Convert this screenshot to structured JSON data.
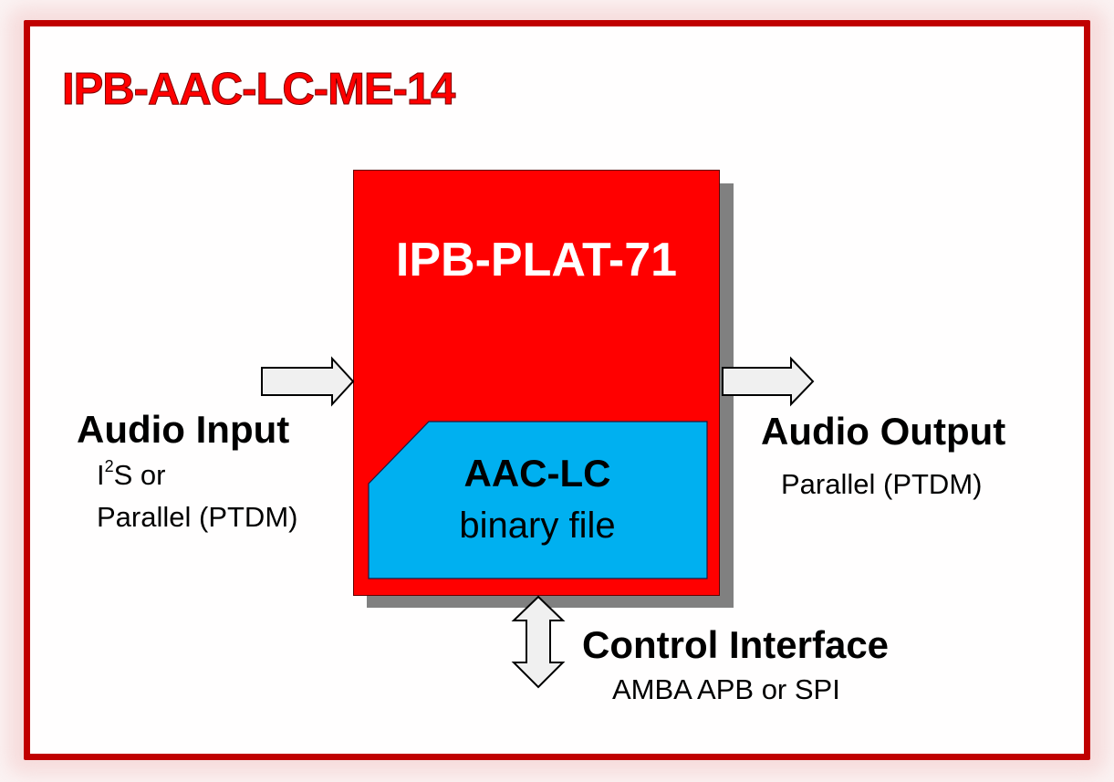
{
  "diagram": {
    "title": "IPB-AAC-LC-ME-14",
    "core_block": {
      "label": "IPB-PLAT-71",
      "color": "#ff0000",
      "inner_block": {
        "line1": "AAC-LC",
        "line2": "binary file",
        "color": "#00b0f0"
      }
    },
    "audio_input": {
      "heading": "Audio Input",
      "detail_base": "I",
      "detail_sup": "2",
      "detail_rest": "S or",
      "detail_line2": "Parallel (PTDM)",
      "arrow": "right-arrow-icon"
    },
    "audio_output": {
      "heading": "Audio Output",
      "detail": "Parallel (PTDM)",
      "arrow": "right-arrow-icon"
    },
    "control_interface": {
      "heading": "Control Interface",
      "detail": "AMBA APB or SPI",
      "arrow": "bidirectional-vertical-arrow-icon"
    },
    "colors": {
      "frame_border": "#c00000",
      "title": "#ff0000",
      "arrow_fill": "#f0f0f0",
      "shadow": "#808080"
    }
  }
}
